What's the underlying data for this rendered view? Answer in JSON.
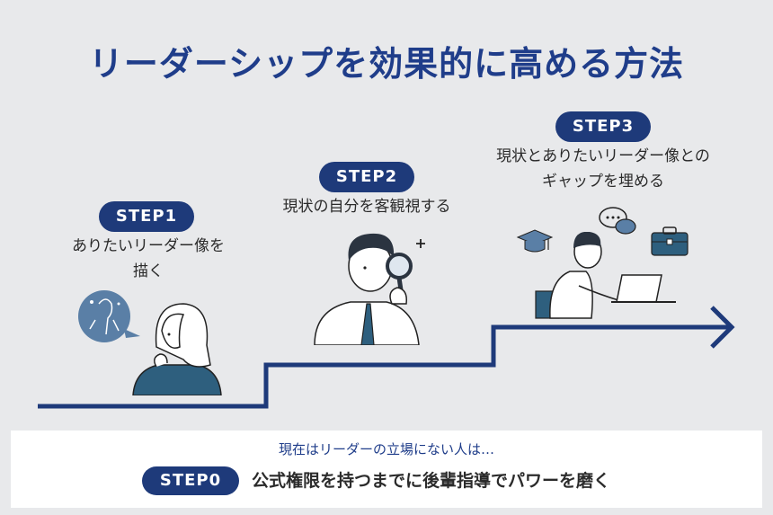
{
  "title": "リーダーシップを効果的に高める方法",
  "colors": {
    "navy": "#1e3a7a",
    "title_blue": "#1f3d8a",
    "background": "#e8e9eb",
    "accent_blue": "#5a7fa6"
  },
  "steps": [
    {
      "label": "STEP1",
      "lines": [
        "ありたいリーダー像を",
        "描く"
      ]
    },
    {
      "label": "STEP2",
      "lines": [
        "現状の自分を客観視する"
      ]
    },
    {
      "label": "STEP3",
      "lines": [
        "現状とありたいリーダー像との",
        "ギャップを埋める"
      ]
    }
  ],
  "step0": {
    "subtitle": "現在はリーダーの立場にない人は…",
    "label": "STEP0",
    "text": "公式権限を持つまでに後輩指導でパワーを磨く"
  },
  "icons": [
    "staircase-arrow-icon",
    "thinking-woman-icon",
    "magnifier-man-icon",
    "laptop-worker-icon",
    "graduation-cap-icon",
    "speech-bubbles-icon",
    "briefcase-icon"
  ]
}
